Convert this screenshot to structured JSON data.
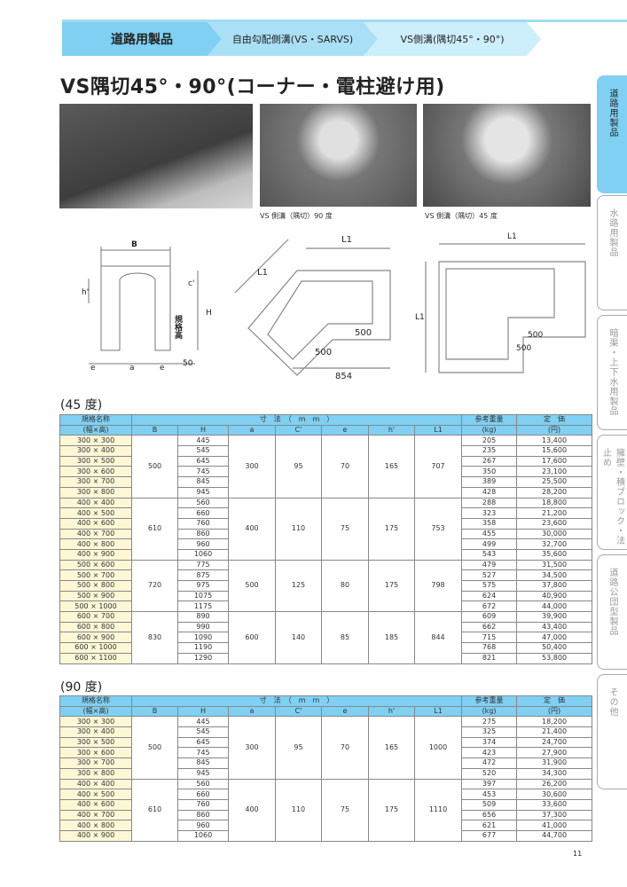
{
  "breadcrumb": [
    "道路用製品",
    "自由勾配側溝(VS・SARVS)",
    "VS側溝(隅切45°・90°)"
  ],
  "title": "VS隅切45°・90°(コーナー・電柱避け用)",
  "captions": {
    "photo2": "VS 側溝（隅切）90 度",
    "photo3": "VS 側溝（隅切）45 度"
  },
  "diagram_labels": {
    "B": "B",
    "h": "h'",
    "c": "c'",
    "kikaku": "規格高",
    "H": "H",
    "fifty": "50",
    "e": "e",
    "a": "a",
    "L1": "L1",
    "d500": "500",
    "d854": "854"
  },
  "table_header": {
    "r1": [
      "規格名称",
      "寸　法　（　m　m　）",
      "参考重量",
      "定　価"
    ],
    "r2": [
      "(幅×高)",
      "B",
      "H",
      "a",
      "C'",
      "e",
      "h'",
      "L1",
      "(kg)",
      "(円)"
    ]
  },
  "tables": [
    {
      "label": "(45 度)",
      "groups": [
        {
          "B": "500",
          "a": "300",
          "C": "95",
          "e": "70",
          "h": "165",
          "L1": "707",
          "rows": [
            [
              "300 × 300",
              "445",
              "205",
              "13,400"
            ],
            [
              "300 × 400",
              "545",
              "235",
              "15,600"
            ],
            [
              "300 × 500",
              "645",
              "267",
              "17,600"
            ],
            [
              "300 × 600",
              "745",
              "350",
              "23,100"
            ],
            [
              "300 × 700",
              "845",
              "389",
              "25,500"
            ],
            [
              "300 × 800",
              "945",
              "428",
              "28,200"
            ]
          ]
        },
        {
          "B": "610",
          "a": "400",
          "C": "110",
          "e": "75",
          "h": "175",
          "L1": "753",
          "rows": [
            [
              "400 × 400",
              "560",
              "288",
              "18,800"
            ],
            [
              "400 × 500",
              "660",
              "323",
              "21,200"
            ],
            [
              "400 × 600",
              "760",
              "358",
              "23,600"
            ],
            [
              "400 × 700",
              "860",
              "455",
              "30,000"
            ],
            [
              "400 × 800",
              "960",
              "499",
              "32,700"
            ],
            [
              "400 × 900",
              "1060",
              "543",
              "35,600"
            ]
          ]
        },
        {
          "B": "720",
          "a": "500",
          "C": "125",
          "e": "80",
          "h": "175",
          "L1": "798",
          "rows": [
            [
              "500 × 600",
              "775",
              "479",
              "31,500"
            ],
            [
              "500 × 700",
              "875",
              "527",
              "34,500"
            ],
            [
              "500 × 800",
              "975",
              "575",
              "37,800"
            ],
            [
              "500 × 900",
              "1075",
              "624",
              "40,900"
            ],
            [
              "500 × 1000",
              "1175",
              "672",
              "44,000"
            ]
          ]
        },
        {
          "B": "830",
          "a": "600",
          "C": "140",
          "e": "85",
          "h": "185",
          "L1": "844",
          "rows": [
            [
              "600 × 700",
              "890",
              "609",
              "39,900"
            ],
            [
              "600 × 800",
              "990",
              "662",
              "43,400"
            ],
            [
              "600 × 900",
              "1090",
              "715",
              "47,000"
            ],
            [
              "600 × 1000",
              "1190",
              "768",
              "50,400"
            ],
            [
              "600 × 1100",
              "1290",
              "821",
              "53,800"
            ]
          ]
        }
      ]
    },
    {
      "label": "(90 度)",
      "groups": [
        {
          "B": "500",
          "a": "300",
          "C": "95",
          "e": "70",
          "h": "165",
          "L1": "1000",
          "rows": [
            [
              "300 × 300",
              "445",
              "275",
              "18,200"
            ],
            [
              "300 × 400",
              "545",
              "325",
              "21,400"
            ],
            [
              "300 × 500",
              "645",
              "374",
              "24,700"
            ],
            [
              "300 × 600",
              "745",
              "423",
              "27,900"
            ],
            [
              "300 × 700",
              "845",
              "472",
              "31,900"
            ],
            [
              "300 × 800",
              "945",
              "520",
              "34,300"
            ]
          ]
        },
        {
          "B": "610",
          "a": "400",
          "C": "110",
          "e": "75",
          "h": "175",
          "L1": "1110",
          "rows": [
            [
              "400 × 400",
              "560",
              "397",
              "26,200"
            ],
            [
              "400 × 500",
              "660",
              "453",
              "30,600"
            ],
            [
              "400 × 600",
              "760",
              "509",
              "33,600"
            ],
            [
              "400 × 700",
              "860",
              "656",
              "37,300"
            ],
            [
              "400 × 800",
              "960",
              "621",
              "41,000"
            ],
            [
              "400 × 900",
              "1060",
              "677",
              "44,700"
            ]
          ]
        }
      ]
    }
  ],
  "side_tabs": [
    "道路用製品",
    "水路用製品",
    "暗渠・上下水用製品",
    "擁壁・積ブロック・法止め",
    "道路公団型製品",
    "その他"
  ],
  "page_number": "11"
}
